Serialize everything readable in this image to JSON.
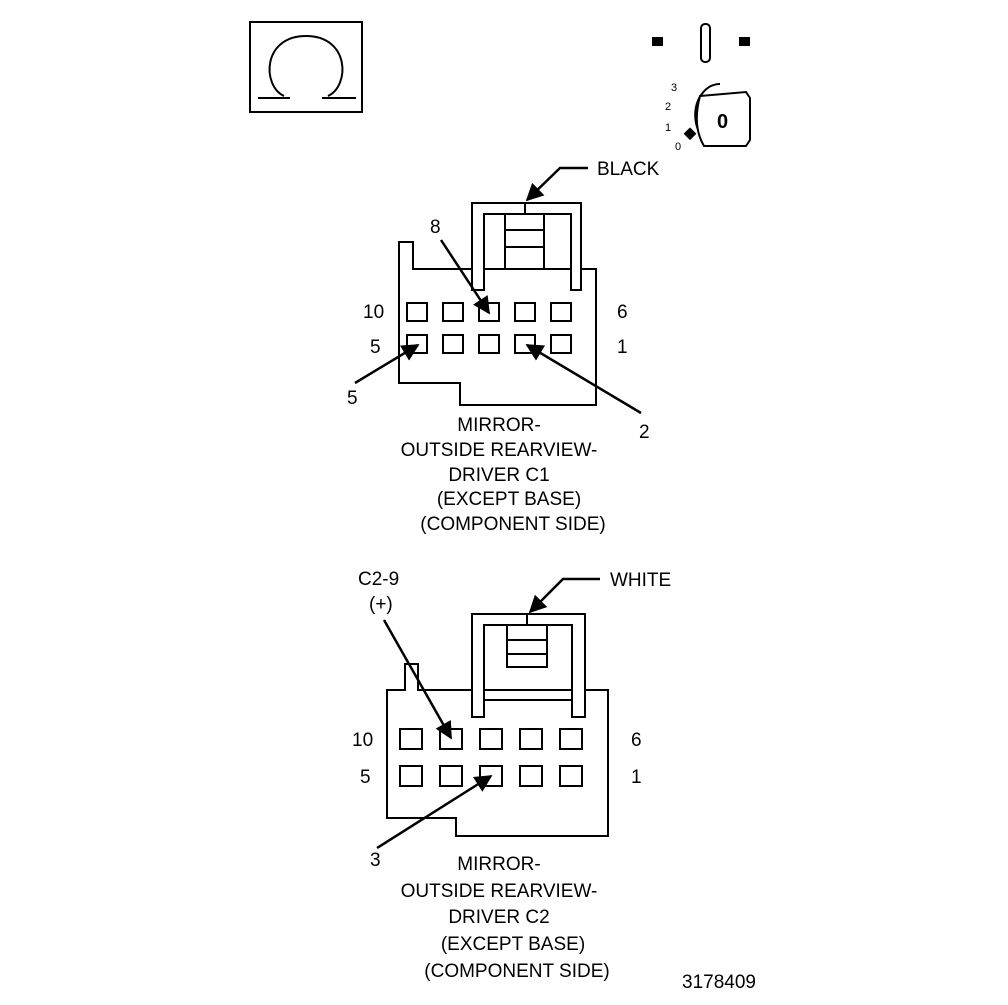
{
  "figure_number": "3178409",
  "icons": {
    "omega": "omega-symbol-icon",
    "ignition": "ignition-key-switch-icon"
  },
  "ignition": {
    "positions": [
      "3",
      "2",
      "1",
      "0"
    ],
    "key_glyph": "0"
  },
  "connector_c1": {
    "latch_color": "BLACK",
    "row_labels": {
      "top_left": "10",
      "top_right": "6",
      "bottom_left": "5",
      "bottom_right": "1"
    },
    "callouts": {
      "pin_8": "8",
      "pin_5": "5",
      "pin_2": "2"
    },
    "caption": [
      "MIRROR-",
      "OUTSIDE REARVIEW-",
      "DRIVER C1",
      "(EXCEPT BASE)",
      "(COMPONENT SIDE)"
    ]
  },
  "connector_c2": {
    "latch_color": "WHITE",
    "row_labels": {
      "top_left": "10",
      "top_right": "6",
      "bottom_left": "5",
      "bottom_right": "1"
    },
    "callouts": {
      "pin_9_line1": "C2-9",
      "pin_9_line2": "(+)",
      "pin_3": "3"
    },
    "caption": [
      "MIRROR-",
      "OUTSIDE REARVIEW-",
      "DRIVER C2",
      "(EXCEPT BASE)",
      "(COMPONENT SIDE)"
    ]
  }
}
